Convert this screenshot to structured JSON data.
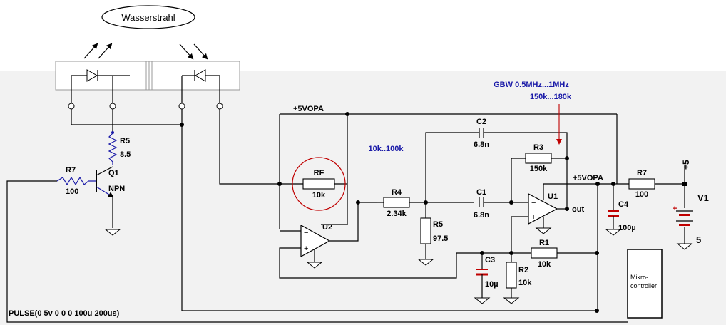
{
  "labels": {
    "ellipse": "Wasserstrahl",
    "vopa_left": "+5VOPA",
    "vopa_right": "+5VOPA",
    "gbw": "GBW 0.5MHz...1MHz",
    "gbw_range": "150k...180k",
    "rf_range": "10k..100k",
    "pulse": "PULSE(0 5v 0 0 0 100u 200us)",
    "micro_line1": "Mikro-",
    "micro_line2": "controller",
    "out": "out",
    "plus5": "+5",
    "v1_name": "V1",
    "v1_value": "5"
  },
  "components": {
    "r5_q": {
      "name": "R5",
      "value": "8.5"
    },
    "r7_q": {
      "name": "R7",
      "value": "100"
    },
    "q1": {
      "name": "Q1",
      "type": "NPN"
    },
    "rf": {
      "name": "RF",
      "value": "10k"
    },
    "r4": {
      "name": "R4",
      "value": "2.34k"
    },
    "r5": {
      "name": "R5",
      "value": "97.5"
    },
    "c2": {
      "name": "C2",
      "value": "6.8n"
    },
    "r3": {
      "name": "R3",
      "value": "150k"
    },
    "c1": {
      "name": "C1",
      "value": "6.8n"
    },
    "u1": {
      "name": "U1"
    },
    "u2": {
      "name": "U2"
    },
    "c3": {
      "name": "C3",
      "value": "10µ"
    },
    "r2": {
      "name": "R2",
      "value": "10k"
    },
    "r1": {
      "name": "R1",
      "value": "10k"
    },
    "c4": {
      "name": "C4",
      "value": "100µ"
    },
    "r7": {
      "name": "R7",
      "value": "100"
    }
  },
  "colors": {
    "wire": "#000000",
    "accent_red": "#c00000",
    "annotation_blue": "#1a1aa8",
    "lower_background": "#f2f2f2"
  }
}
